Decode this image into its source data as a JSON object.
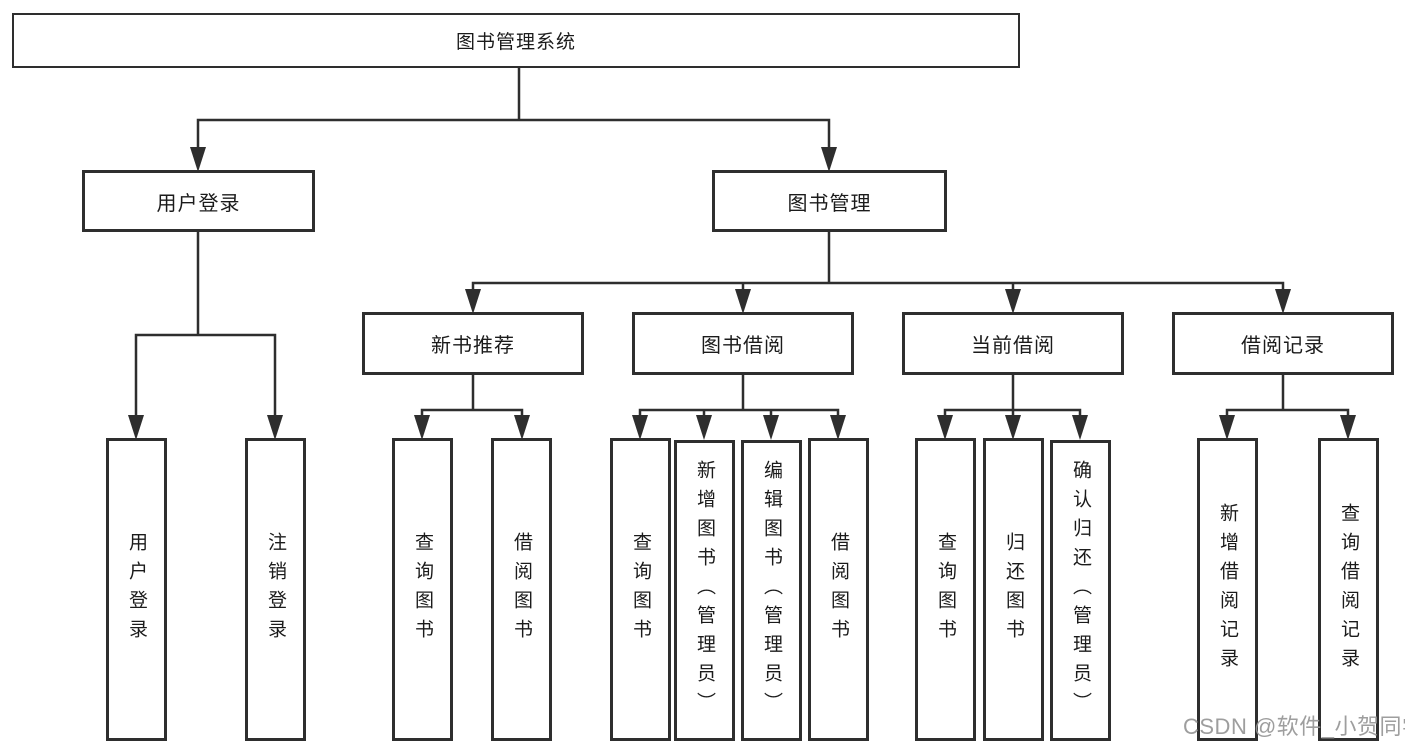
{
  "diagram": {
    "root": "图书管理系统",
    "branches": [
      "用户登录",
      "图书管理"
    ],
    "modules": [
      "新书推荐",
      "图书借阅",
      "当前借阅",
      "借阅记录"
    ],
    "functions": [
      "用户登录",
      "注销登录",
      "查询图书",
      "借阅图书",
      "查询图书",
      "新增图书（管理员）",
      "编辑图书（管理员）",
      "借阅图书",
      "查询图书",
      "归还图书",
      "确认归还（管理员）",
      "新增借阅记录",
      "查询借阅记录"
    ]
  },
  "watermark": "CSDN @软件_小贺同学",
  "colors": {
    "line": "#2e2e2e",
    "border": "#2e2e2e",
    "background": "#ffffff",
    "text": "#1b1b1b",
    "watermark": "#969696"
  }
}
